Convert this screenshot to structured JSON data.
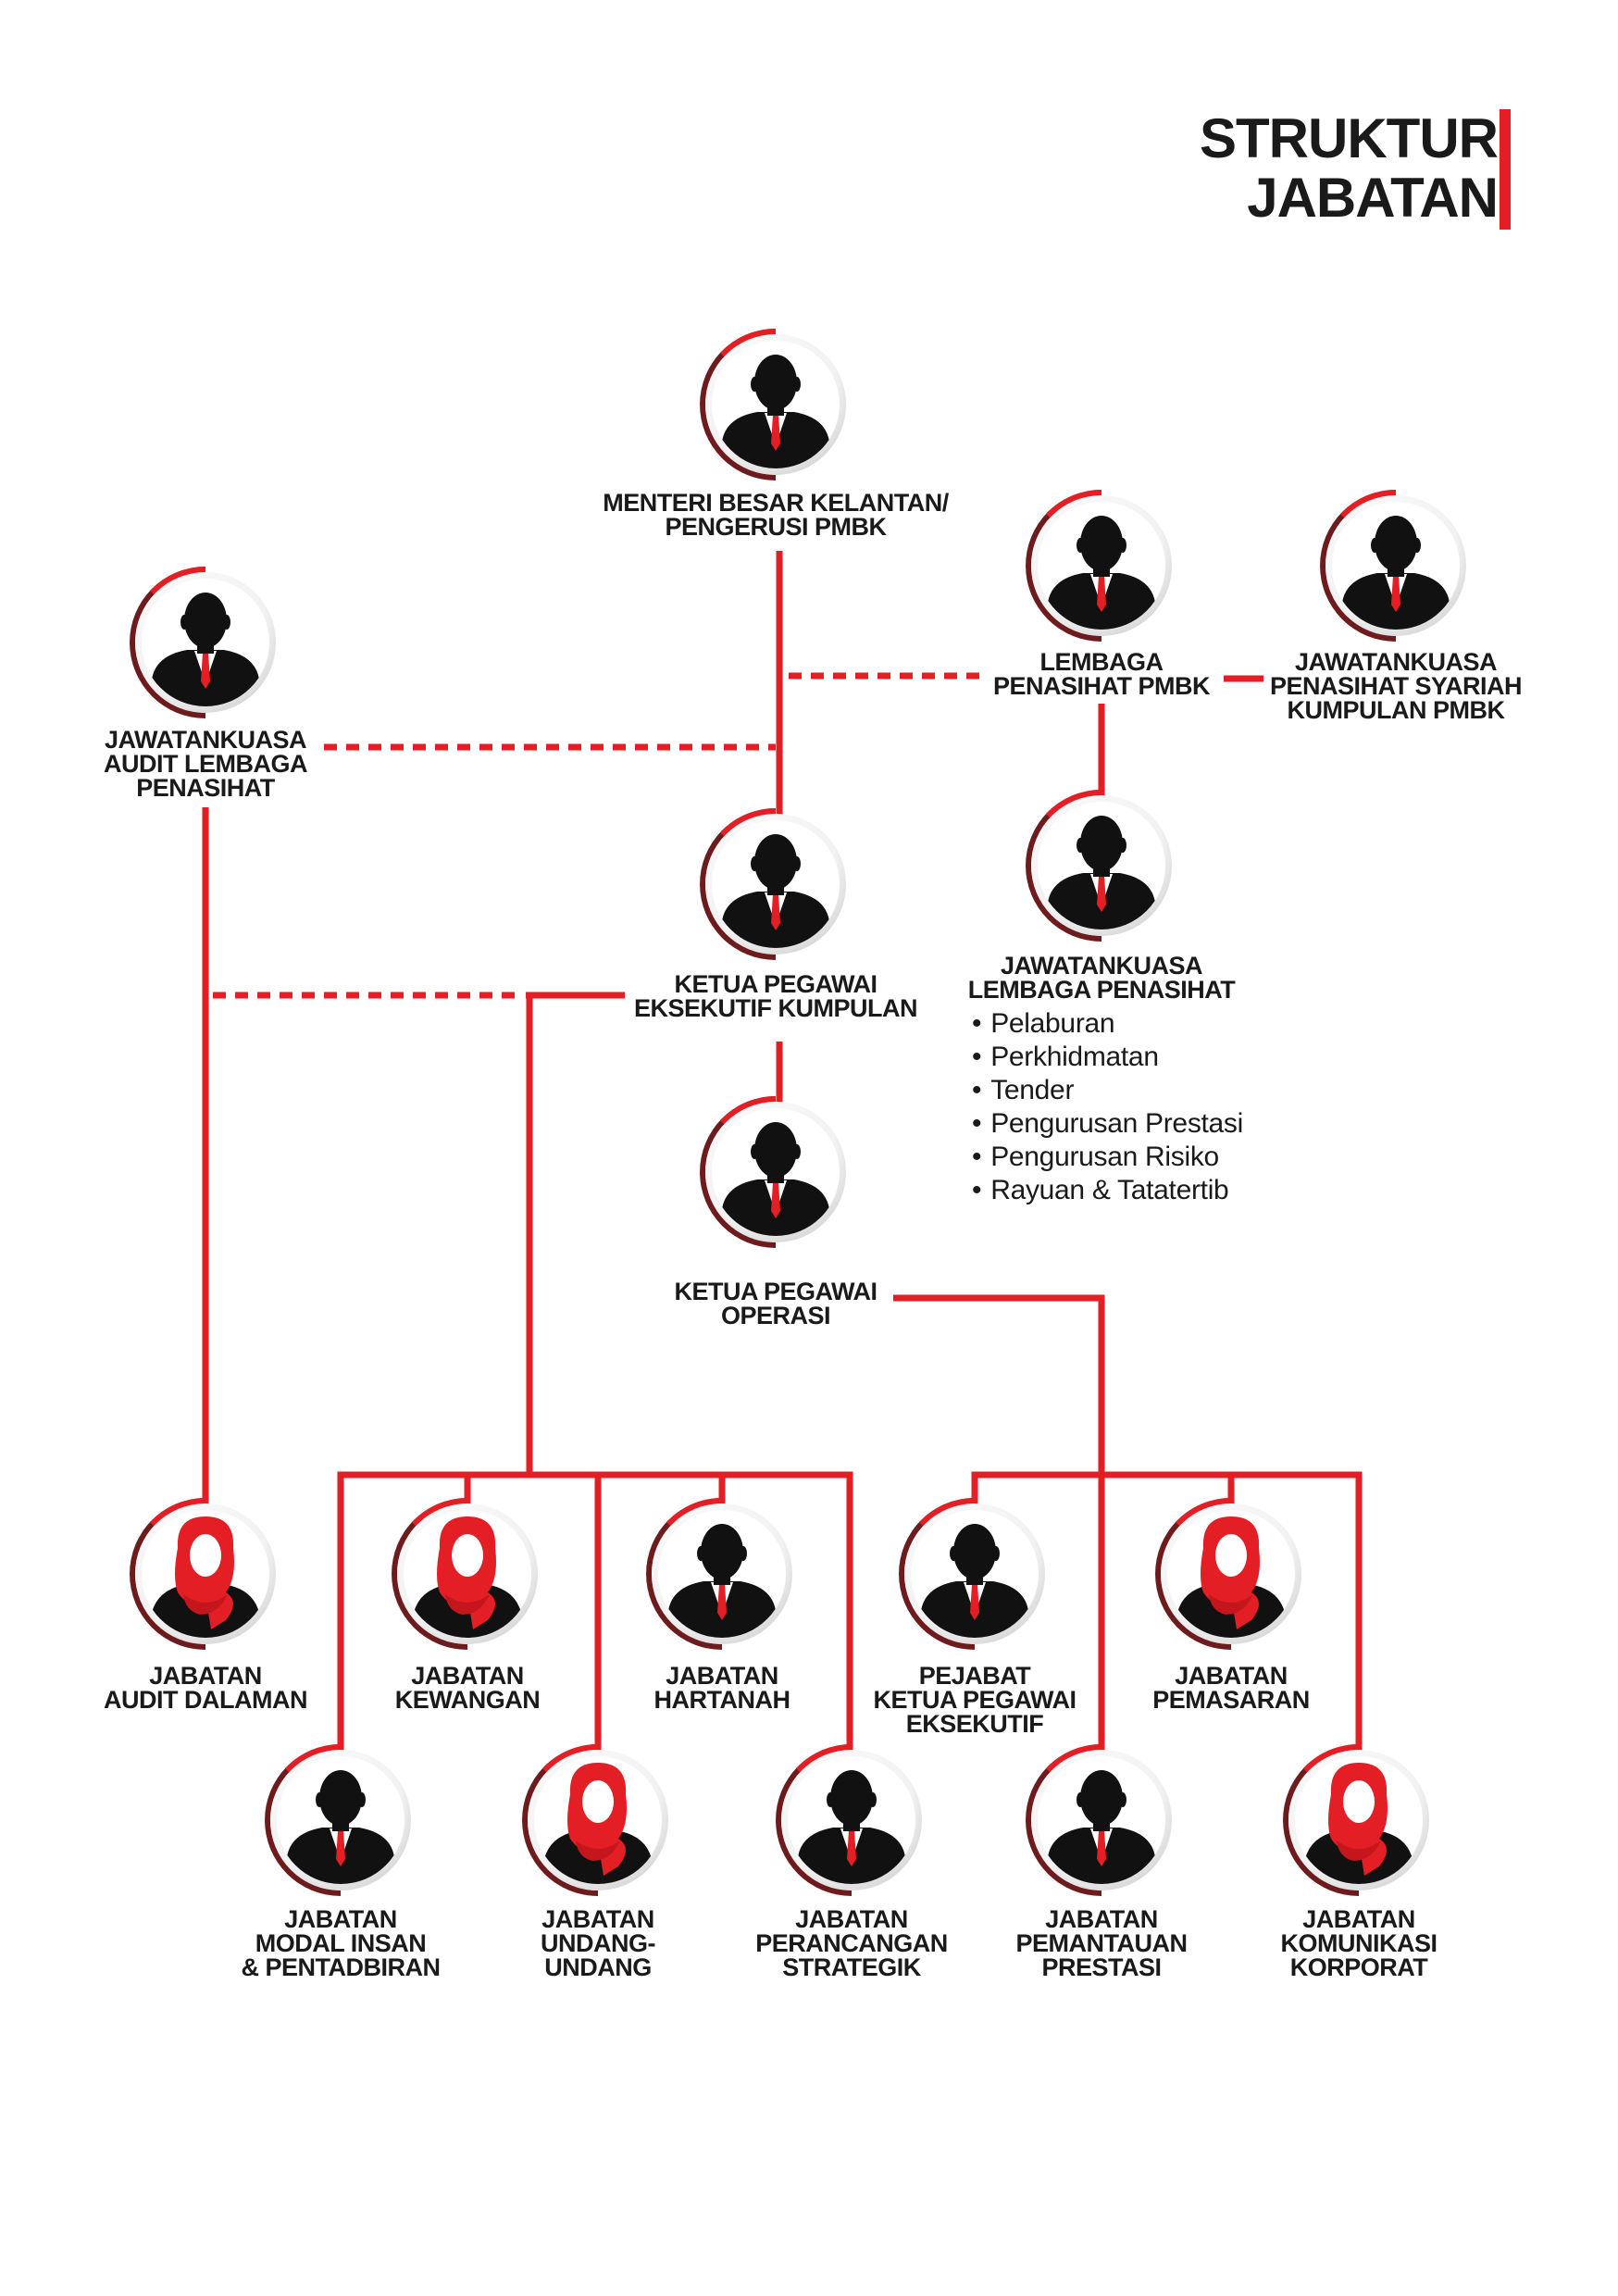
{
  "title": {
    "line1": "STRUKTUR",
    "line2": "JABATAN"
  },
  "colors": {
    "accent": "#e31e24",
    "dark": "#1a1a1a",
    "ring_shadow": "#6d1b1d"
  },
  "nodes": [
    {
      "id": "menteri",
      "avatar": "male",
      "lines": [
        "MENTERI BESAR KELANTAN/",
        "PENGERUSI PMBK"
      ]
    },
    {
      "id": "lembaga",
      "avatar": "male",
      "lines": [
        "LEMBAGA",
        "PENASIHAT PMBK"
      ]
    },
    {
      "id": "syariah",
      "avatar": "male",
      "lines": [
        "JAWATANKUASA",
        "PENASIHAT SYARIAH",
        "KUMPULAN PMBK"
      ]
    },
    {
      "id": "audit_lembaga",
      "avatar": "male",
      "lines": [
        "JAWATANKUASA",
        "AUDIT LEMBAGA",
        "PENASIHAT"
      ]
    },
    {
      "id": "ceo",
      "avatar": "male",
      "lines": [
        "KETUA PEGAWAI",
        "EKSEKUTIF KUMPULAN"
      ]
    },
    {
      "id": "jk_lembaga",
      "avatar": "male",
      "lines": [
        "JAWATANKUASA",
        "LEMBAGA PENASIHAT"
      ]
    },
    {
      "id": "coo",
      "avatar": "male",
      "lines": [
        "KETUA PEGAWAI",
        "OPERASI"
      ]
    },
    {
      "id": "audit_dalaman",
      "avatar": "female",
      "lines": [
        "JABATAN",
        "AUDIT DALAMAN"
      ]
    },
    {
      "id": "kewangan",
      "avatar": "female",
      "lines": [
        "JABATAN",
        "KEWANGAN"
      ]
    },
    {
      "id": "hartanah",
      "avatar": "male",
      "lines": [
        "JABATAN",
        "HARTANAH"
      ]
    },
    {
      "id": "pejabat_ceo",
      "avatar": "male",
      "lines": [
        "PEJABAT",
        "KETUA PEGAWAI",
        "EKSEKUTIF"
      ]
    },
    {
      "id": "pemasaran",
      "avatar": "female",
      "lines": [
        "JABATAN",
        "PEMASARAN"
      ]
    },
    {
      "id": "modal_insan",
      "avatar": "male",
      "lines": [
        "JABATAN",
        "MODAL INSAN",
        "& PENTADBIRAN"
      ]
    },
    {
      "id": "undang",
      "avatar": "female",
      "lines": [
        "JABATAN",
        "UNDANG-",
        "UNDANG"
      ]
    },
    {
      "id": "strategik",
      "avatar": "male",
      "lines": [
        "JABATAN",
        "PERANCANGAN",
        "STRATEGIK"
      ]
    },
    {
      "id": "pemantauan",
      "avatar": "male",
      "lines": [
        "JABATAN",
        "PEMANTAUAN",
        "PRESTASI"
      ]
    },
    {
      "id": "komunikasi",
      "avatar": "female",
      "lines": [
        "JABATAN",
        "KOMUNIKASI",
        "KORPORAT"
      ]
    }
  ],
  "committees": [
    "Pelaburan",
    "Perkhidmatan",
    "Tender",
    "Pengurusan Prestasi",
    "Pengurusan Risiko",
    "Rayuan & Tatatertib"
  ]
}
